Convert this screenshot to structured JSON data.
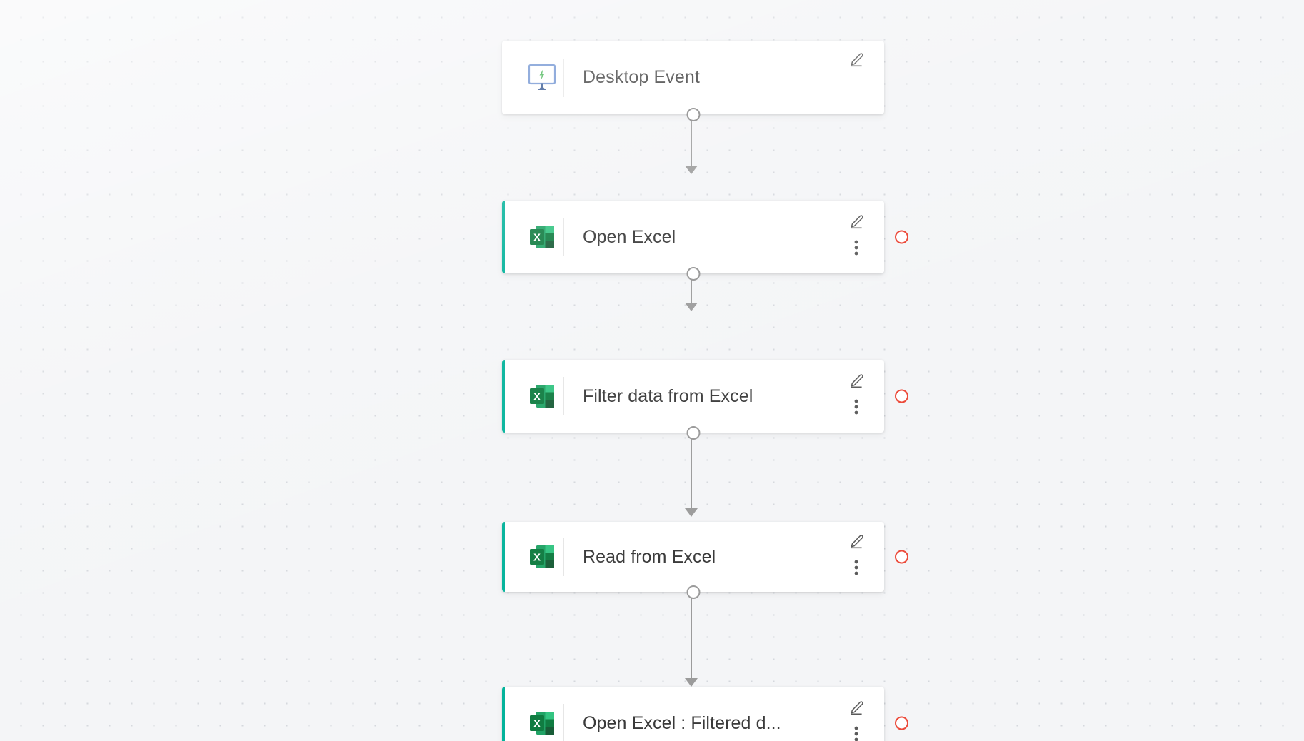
{
  "canvas": {
    "background_color": "#f4f5f7",
    "dot_color": "#d5d8dd",
    "grid_spacing": "31px"
  },
  "colors": {
    "accent_bar": "#03b39b",
    "error_port": "#ec4a3a",
    "connector": "#9b9b9b",
    "node_title": "#3a3a3a",
    "excel_green": "#107c41"
  },
  "flow": {
    "nodes": [
      {
        "title": "Desktop Event",
        "icon": "desktop-event-icon",
        "type": "trigger",
        "has_accent_bar": false,
        "has_edit": true,
        "has_menu": false,
        "has_error_port": false,
        "has_bottom_port": true
      },
      {
        "title": "Open Excel",
        "icon": "excel-icon",
        "type": "action",
        "has_accent_bar": true,
        "has_edit": true,
        "has_menu": true,
        "has_error_port": true,
        "has_bottom_port": true
      },
      {
        "title": "Filter data from Excel",
        "icon": "excel-icon",
        "type": "action",
        "has_accent_bar": true,
        "has_edit": true,
        "has_menu": true,
        "has_error_port": true,
        "has_bottom_port": true
      },
      {
        "title": "Read from Excel",
        "icon": "excel-icon",
        "type": "action",
        "has_accent_bar": true,
        "has_edit": true,
        "has_menu": true,
        "has_error_port": true,
        "has_bottom_port": true
      },
      {
        "title": "Open Excel : Filtered d...",
        "icon": "excel-icon",
        "type": "action",
        "has_accent_bar": true,
        "has_edit": true,
        "has_menu": true,
        "has_error_port": true,
        "has_bottom_port": false
      }
    ]
  }
}
